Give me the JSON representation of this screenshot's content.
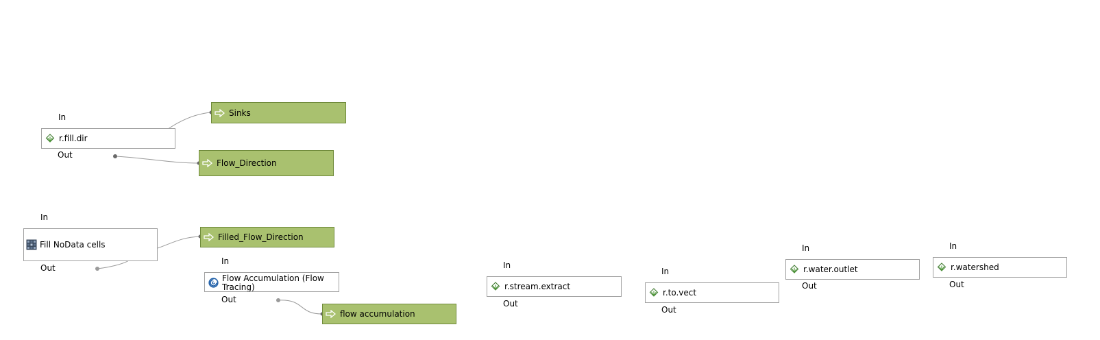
{
  "colors": {
    "output_fill": "#a9c16f",
    "output_border": "#6f8a3a",
    "algorithm_border": "#a0a0a0",
    "connector": "#9a9a9a",
    "port_dot": "#6a6a6a"
  },
  "ports": {
    "in": "In",
    "out": "Out"
  },
  "algorithms": {
    "fill_dir": {
      "label": "r.fill.dir",
      "icon": "grass-icon"
    },
    "fill_nodata": {
      "label": "Fill NoData cells",
      "icon": "raster-grid-icon"
    },
    "flow_accumulation": {
      "label": "Flow Accumulation (Flow Tracing)",
      "icon": "saga-icon"
    },
    "stream_extract": {
      "label": "r.stream.extract",
      "icon": "grass-icon"
    },
    "to_vect": {
      "label": "r.to.vect",
      "icon": "grass-icon"
    },
    "water_outlet": {
      "label": "r.water.outlet",
      "icon": "grass-icon"
    },
    "watershed": {
      "label": "r.watershed",
      "icon": "grass-icon"
    }
  },
  "outputs": {
    "sinks": {
      "label": "Sinks",
      "icon": "output-arrow-icon"
    },
    "flow_direction": {
      "label": "Flow_Direction",
      "icon": "output-arrow-icon"
    },
    "filled_flow_direction": {
      "label": "Filled_Flow_Direction",
      "icon": "output-arrow-icon"
    },
    "flow_acc_out": {
      "label": "flow accumulation",
      "icon": "output-arrow-icon"
    }
  }
}
